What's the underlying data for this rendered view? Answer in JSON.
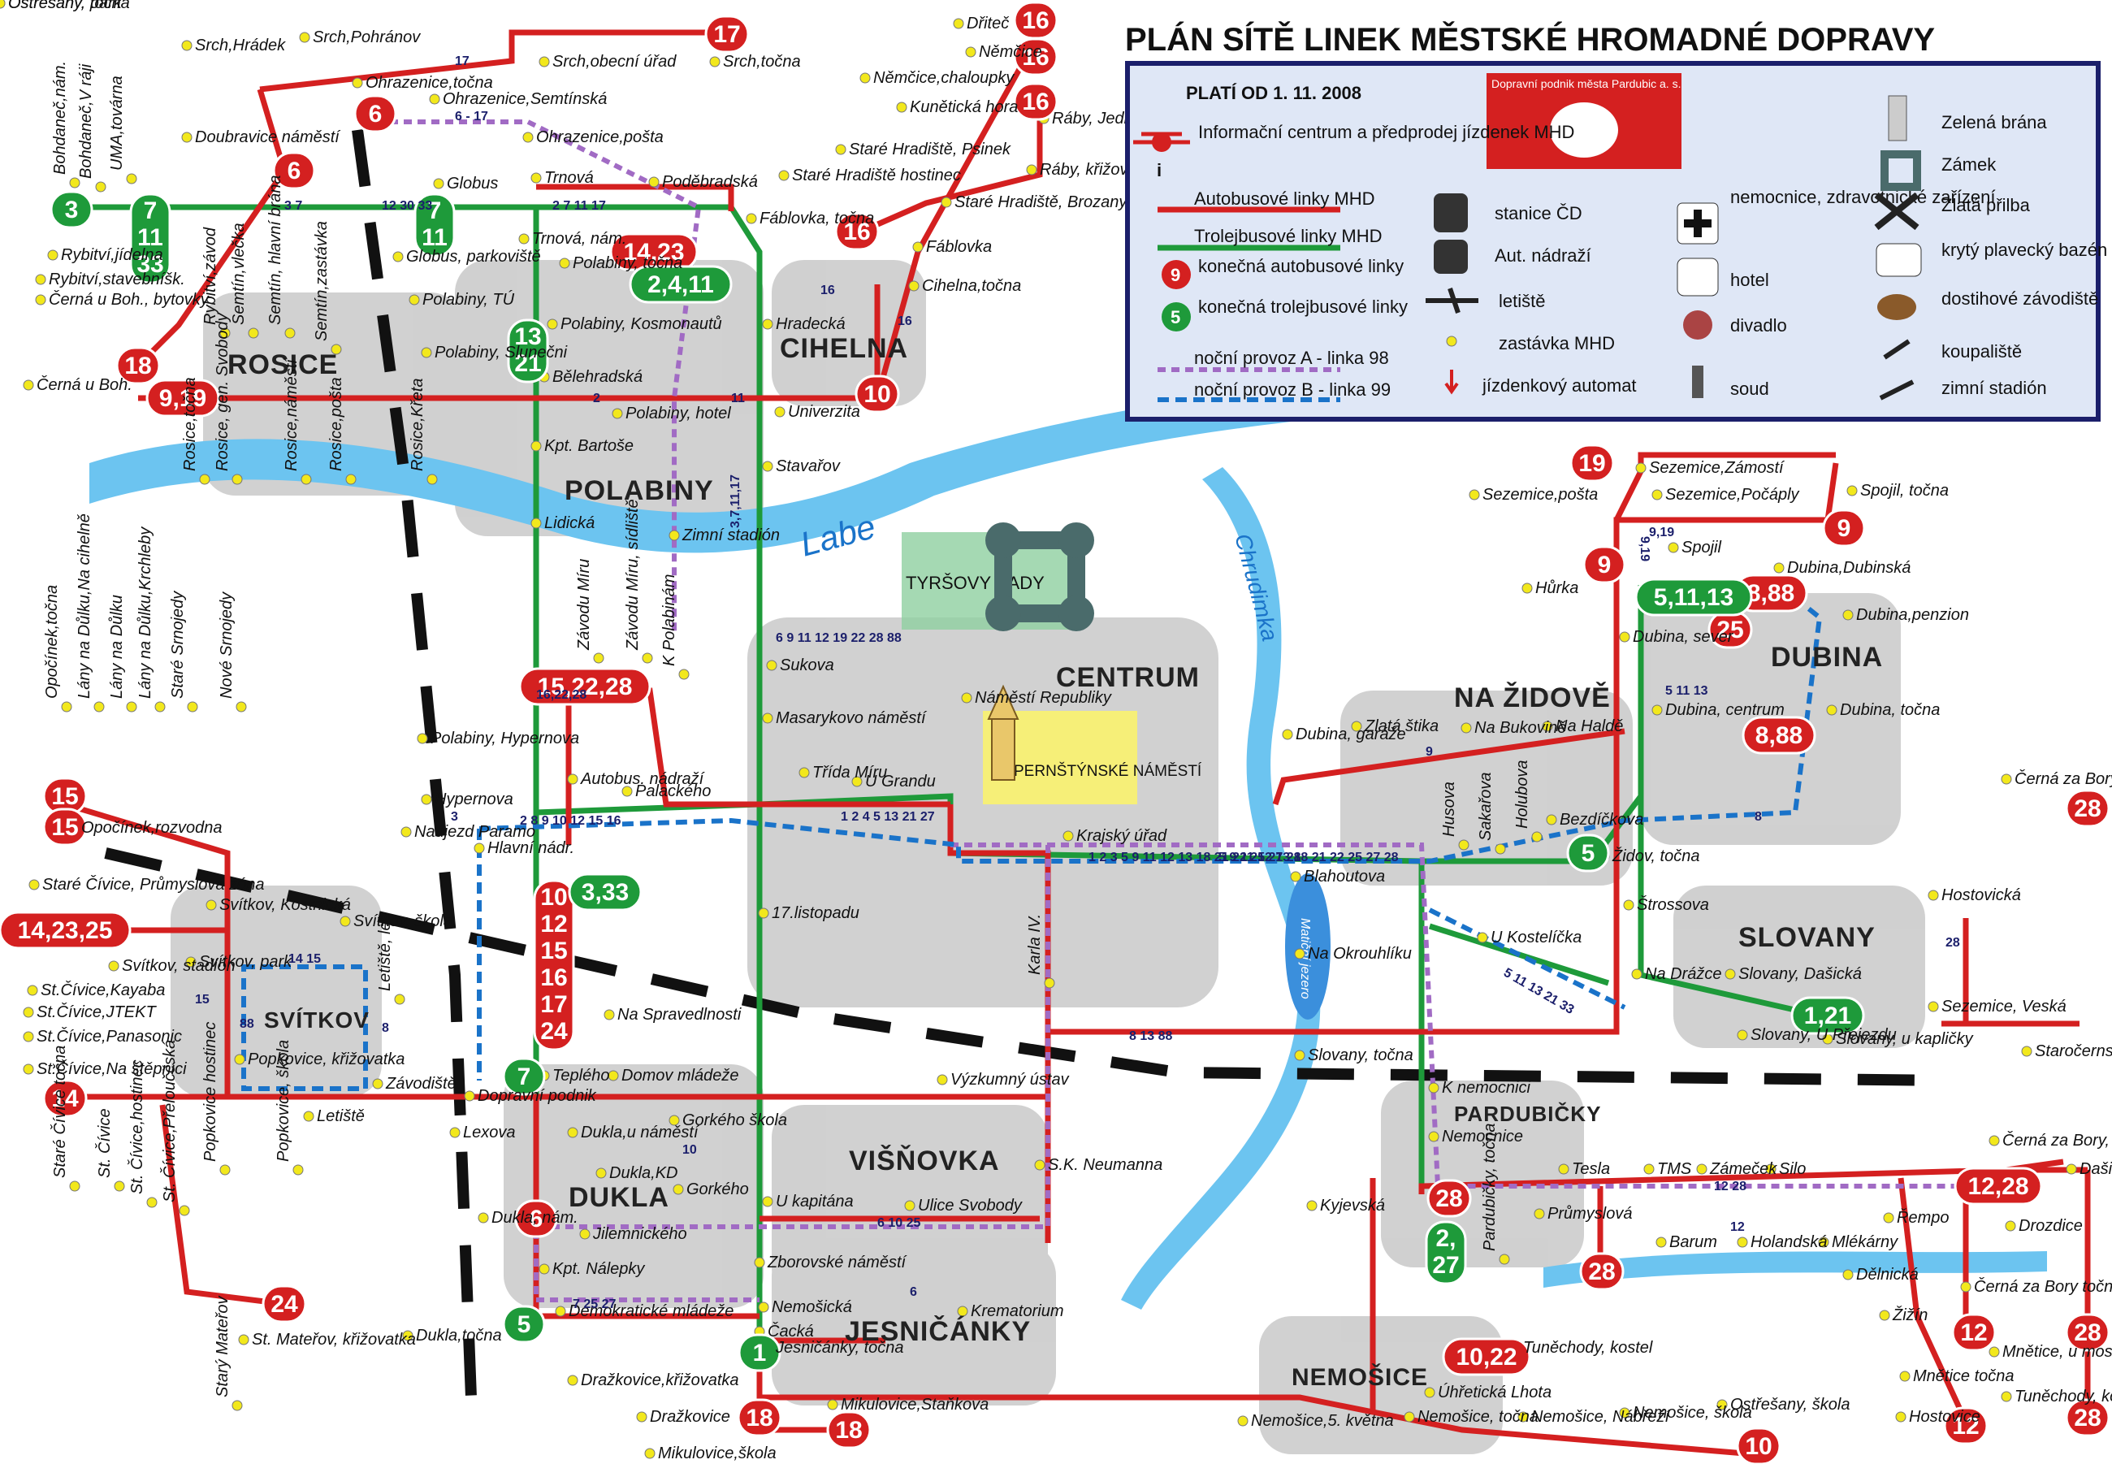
{
  "title": "PLÁN SÍTĚ LINEK MĚSTSKÉ HROMADNÉ DOPRAVY",
  "legend": {
    "valid_from": "PLATÍ OD 1. 11. 2008",
    "operator": "Dopravní podnik města Pardubic a. s.",
    "items": [
      {
        "key": "info",
        "text": "Informační centrum a předprodej jízdenek MHD"
      },
      {
        "key": "bus_lines",
        "text": "Autobusové linky MHD"
      },
      {
        "key": "trolley_lines",
        "text": "Trolejbusové linky MHD"
      },
      {
        "key": "bus_terminal",
        "text": "konečná autobusové linky"
      },
      {
        "key": "trolley_terminal",
        "text": "konečná trolejbusové linky"
      },
      {
        "key": "night_a",
        "text": "noční provoz A - linka 98"
      },
      {
        "key": "night_b",
        "text": "noční provoz B - linka 99"
      },
      {
        "key": "train",
        "text": "stanice ČD"
      },
      {
        "key": "bus_station",
        "text": "Aut. nádraží"
      },
      {
        "key": "airport",
        "text": "letiště"
      },
      {
        "key": "stop",
        "text": "zastávka MHD"
      },
      {
        "key": "ticket",
        "text": "jízdenkový automat"
      },
      {
        "key": "hospital",
        "text": "nemocnice, zdravotnické zařízení"
      },
      {
        "key": "hotel",
        "text": "hotel"
      },
      {
        "key": "theatre",
        "text": "divadlo"
      },
      {
        "key": "court",
        "text": "soud"
      },
      {
        "key": "green_gate",
        "text": "Zelená brána"
      },
      {
        "key": "castle",
        "text": "Zámek"
      },
      {
        "key": "golden_helmet",
        "text": "Zlatá přilba"
      },
      {
        "key": "pool",
        "text": "krytý plavecký bazén"
      },
      {
        "key": "racecourse",
        "text": "dostihové závodiště"
      },
      {
        "key": "swimming",
        "text": "koupaliště"
      },
      {
        "key": "winter_stadium",
        "text": "zimní stadión"
      }
    ],
    "legend_marker_bus": "9",
    "legend_marker_trolley": "5"
  },
  "colors": {
    "bus": "#d42020",
    "trolley": "#1e9a3a",
    "night_a": "#a16bc4",
    "night_b": "#1a73c9",
    "river": "#6cc4f0",
    "stop": "#f2e81c"
  },
  "districts": [
    "ROSICE",
    "POLABINY",
    "CIHELNA",
    "CENTRUM",
    "NA ŽIDOVĚ",
    "DUBINA",
    "SLOVANY",
    "SVÍTKOV",
    "DUKLA",
    "VIŠŇOVKA",
    "JESNIČÁNKY",
    "PARDUBIČKY",
    "NEMOŠICE"
  ],
  "rivers": {
    "labe": "Labe",
    "chrudimka": "Chrudimka",
    "lake": "Matiční jezero"
  },
  "landmarks": {
    "tyrs": "TYRŠOVY SADY",
    "pernstyn": "PERNŠTÝNSKÉ NÁMĚSTÍ"
  },
  "bus_terminals": [
    "17",
    "16",
    "16",
    "16",
    "6",
    "6",
    "18",
    "9,19",
    "16",
    "14,23",
    "10",
    "15,22,28",
    "15",
    "15",
    "14,23,25",
    "14",
    "24",
    "10 12 15 16 17 24",
    "6",
    "18",
    "18",
    "19",
    "9",
    "9",
    "8,88",
    "25",
    "8,88",
    "28",
    "28",
    "28",
    "12,28",
    "12",
    "28",
    "12",
    "28",
    "10,22",
    "10"
  ],
  "trolley_terminals": [
    "3",
    "7 11 33",
    "7 11",
    "13 21",
    "2,4,11",
    "3,33",
    "7",
    "5",
    "1",
    "5,11,13",
    "5",
    "1,21",
    "2, 27"
  ],
  "stops": [
    "Srch,Hrádek",
    "Srch,Pohránov",
    "Srch,obecní úřad",
    "Srch,točna",
    "Dřiteč",
    "Němčice",
    "Němčice,chaloupky",
    "Kunětická hora",
    "Ráby, Jednota",
    "Ráby, křižovatka",
    "Bohdaneč,nám.",
    "Bohdaneč,V ráji",
    "UMA,továrna",
    "Doubravice náměstí",
    "Ohrazenice,točna",
    "Ohrazenice,Semtínská",
    "Ohrazenice,pošta",
    "Globus",
    "Trnová",
    "Poděbradská",
    "Staré Hradiště, Psinek",
    "Staré Hradiště hostinec",
    "Staré Hradiště, Brozany",
    "Fáblovka, točna",
    "Fáblovka",
    "Cihelna,točna",
    "Rybitví,jídelna",
    "Rybitví,stavebníšk.",
    "Černá u Boh., bytovky",
    "Rybitví,závod",
    "Semtín,vlečka",
    "Semtín, hlavní brána",
    "Semtín,zastávka",
    "Globus, parkoviště",
    "Trnová, nám.",
    "Polabiny, točna",
    "Polabiny, TÚ",
    "Polabiny, Kosmonautů",
    "Polabiny, Slunečni",
    "Bělehradská",
    "Hradecká",
    "Univerzita",
    "Černá u Boh.",
    "Rosice,točna",
    "Rosice, gen. Svobody",
    "Rosice,náměstí",
    "Rosice,pošta",
    "Rosice,Křeta",
    "Kpt. Bartoše",
    "Polabiny, hotel",
    "Stavařov",
    "Lidická",
    "Zimní stadión",
    "Závodu Míru",
    "Závodu Míru, sídliště",
    "K Polabinám",
    "Sukova",
    "Masarykovo náměstí",
    "Třída Míru",
    "U Grandu",
    "Náměstí Republiky",
    "Polabiny, Hypernova",
    "Hypernova",
    "Autobus. nádraží",
    "Palackého",
    "Nadjezd Paramo",
    "Hlavní nádr.",
    "Opočínek,točna",
    "Lány na Důlku,Na cihelně",
    "Lány na Důlku",
    "Lány na Důlku,Krchleby",
    "Staré Srnojedy",
    "Nové Srnojedy",
    "Opočínek,rozvodna",
    "Staré Čívice, Průmyslová zóna",
    "Svítkov, Kostnická",
    "Svítkov, škola",
    "Svítkov, stadión",
    "Svítkov, park",
    "St.Čívice,Kayaba",
    "St.Čívice,JTEKT",
    "St.Čívice,Panasonic",
    "St.Čívice,Na štěpnici",
    "Popkovice, křižovatka",
    "Letiště, les",
    "Závodiště",
    "Letiště",
    "Staré Čívice točna",
    "St. Čívice",
    "St. Čívice,hostinec",
    "St. Čívice,Přelouččská",
    "Popkovice hostinec",
    "Popkovice, škola",
    "Starý Mateřov",
    "St. Mateřov, křižovatka",
    "Dopravní podnik",
    "Teplého",
    "Domov mládeže",
    "17.listopadu",
    "Na Spravedlnosti",
    "Krajský úřad",
    "Karla IV.",
    "Výzkumný ústav",
    "S.K. Neumanna",
    "Lexova",
    "Dukla,u náměstí",
    "Gorkého škola",
    "Dukla,KD",
    "Gorkého",
    "Jilemnického",
    "Dukla, nám.",
    "Kpt. Nálepky",
    "Demokratické mládeže",
    "Dukla,točna",
    "U kapitána",
    "Ulice Svobody",
    "Zborovské náměstí",
    "Nemošická",
    "Čacká",
    "Jesničánky, točna",
    "Krematorium",
    "Dražkovice,křižovatka",
    "Dražkovice",
    "Mikulovice,Staňkova",
    "Mikulovice,škola",
    "Sezemice,Zámostí",
    "Sezemice,pošta",
    "Sezemice,Počáply",
    "Spojil, točna",
    "Spojil",
    "Hůrka",
    "Dubina,Dubinská",
    "Dubina,penzion",
    "Dubina, sever",
    "Dubina, centrum",
    "Dubina, točna",
    "Dubina, garáže",
    "Zlatá štika",
    "Na Bukovině",
    "Na Haldě",
    "Husova",
    "Sakařova",
    "Holubova",
    "Bezdíčkova",
    "Židov, točna",
    "Blahoutova",
    "U Kostelíčka",
    "Na Okrouhlíku",
    "Štrossova",
    "Na Drážce",
    "Slovany, Dašická",
    "Slovany, U Přejezdu",
    "Slovany, u kapličky",
    "Slovany, točna",
    "K nemocnici",
    "Nemocnice",
    "Kyjevská",
    "Pardubičky, točna",
    "Průmyslová",
    "Tesla",
    "TMS",
    "Zámeček",
    "Silo",
    "Barum",
    "Holandská",
    "Mlékárny",
    "Dělnická",
    "Řempo",
    "Drozdice",
    "Černá za Bory",
    "Hostovická",
    "Sezemice, Veská",
    "Staročernsko",
    "Černá za Bory, odb.žel.zast.",
    "Dašice, Zminný",
    "Černá za Bory točna",
    "Žižín",
    "Mnětice, u mostu",
    "Mnětice točna",
    "Hostovice",
    "Tuněchody, kovárna",
    "Tuněchody, kostel",
    "Úhřetická Lhota",
    "Nemošice, točna",
    "Nemošice,5. května",
    "Nemošice, Nábřeží",
    "Nemošice, škola",
    "Ostřešany, škola",
    "Ostřešany, park",
    "Ostřešany, točna"
  ],
  "line_labels": [
    "17",
    "6 - 17",
    "2 7 11 17",
    "3 7",
    "12 30 33",
    "16",
    "16",
    "2",
    "11",
    "9,19",
    "16,22,28",
    "3,7,11,17",
    "3",
    "2 8 9 10 12 15 16",
    "1 2 4 5 13 21 27",
    "1 2 3 5 9 11 12 13 18 21 22 25 27 28",
    "5 9 11 12 13 18 21 22 25 27 28",
    "6 9 11 12 19 22 28 88",
    "8 13 88",
    "14 15",
    "15",
    "88",
    "8",
    "6 10 25",
    "7 25 27",
    "6",
    "10",
    "12 28",
    "12",
    "9",
    "5 11 13",
    "8",
    "28",
    "9,19",
    "5 11 13 21 33"
  ]
}
